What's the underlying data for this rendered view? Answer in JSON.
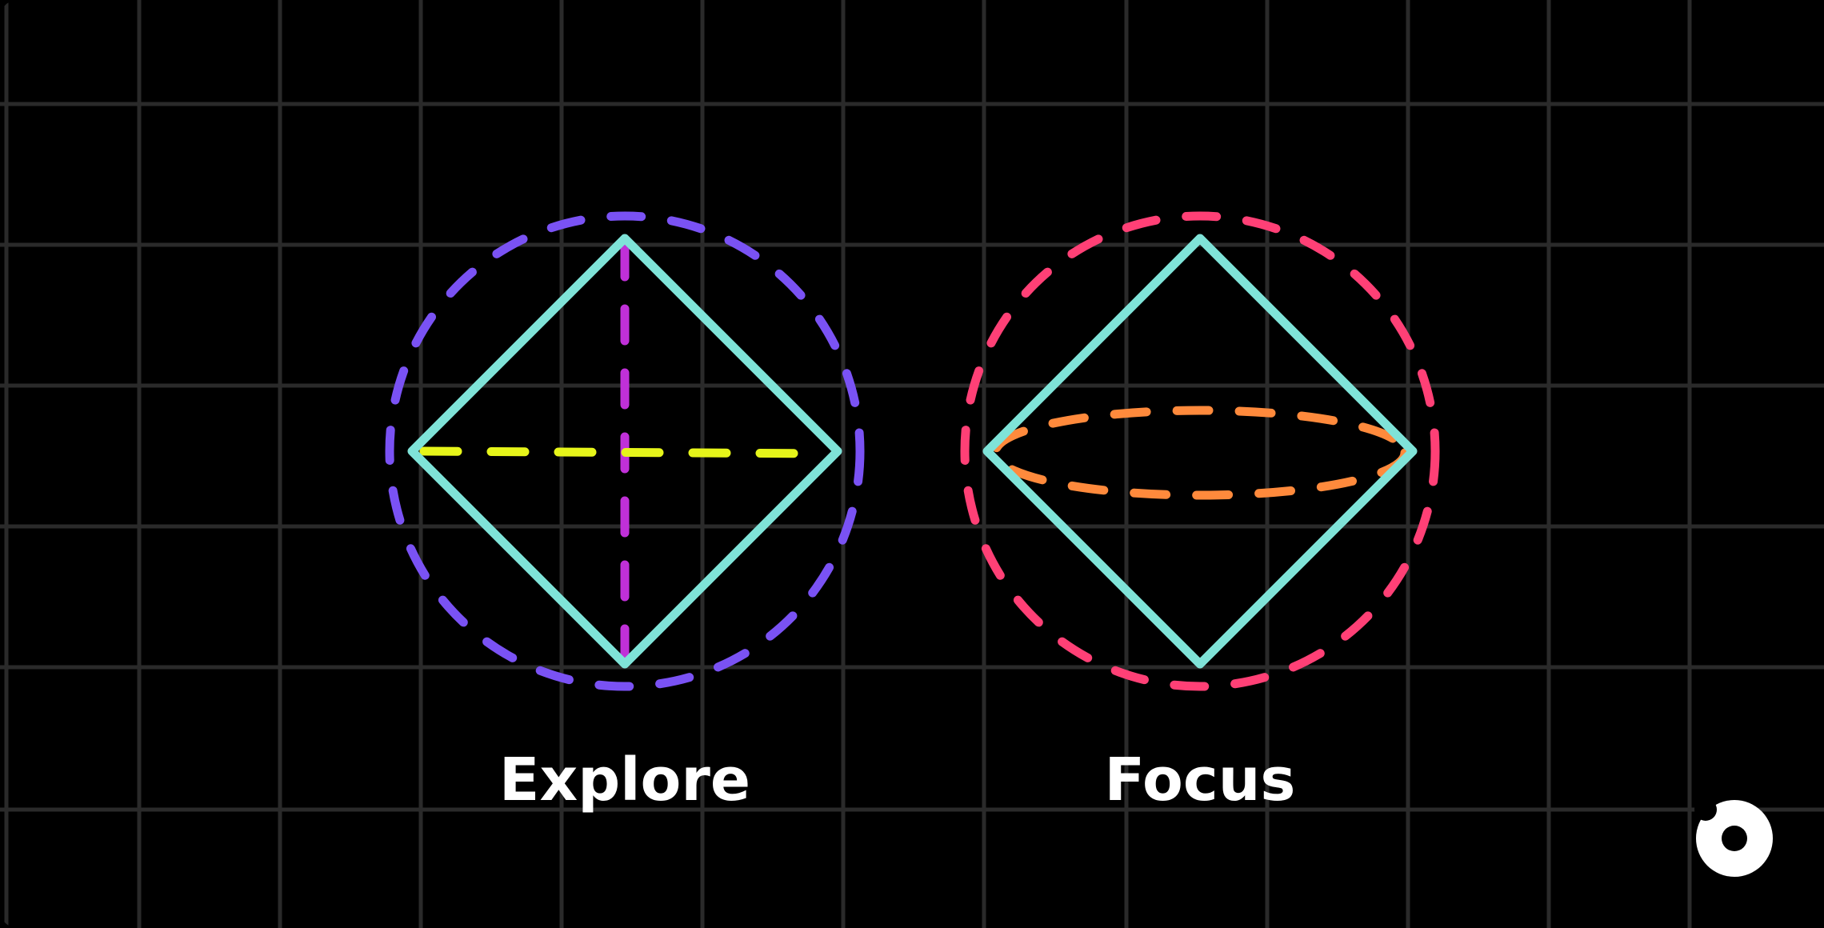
{
  "diagrams": [
    {
      "id": "explore",
      "label": "Explore"
    },
    {
      "id": "focus",
      "label": "Focus"
    }
  ],
  "colors": {
    "background": "#000000",
    "grid": "#2a2a2a",
    "label_text": "#ffffff",
    "diamond": "#7fe3d8",
    "explore_circle": "#7a52f4",
    "explore_vertical_axis": "#c030d8",
    "explore_horizontal_axis": "#e6f51a",
    "focus_circle": "#ff4076",
    "focus_ellipse": "#ff8a3c",
    "logo": "#ffffff"
  },
  "icons": {
    "logo": "logo-icon"
  }
}
